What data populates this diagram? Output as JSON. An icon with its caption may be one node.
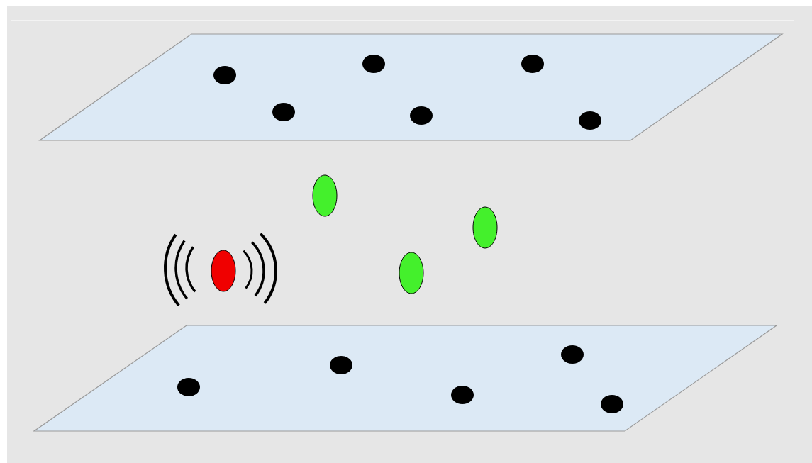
{
  "diagram": {
    "nodes": [
      {
        "text": [],
        "shape": "parallelogram"
      },
      {
        "text": [],
        "shape": "circle",
        "in": 0
      },
      {
        "text": [],
        "shape": "circle",
        "in": 0
      },
      {
        "text": [],
        "shape": "circle",
        "in": 0
      },
      {
        "text": [],
        "shape": "circle",
        "in": 0
      },
      {
        "text": [],
        "shape": "circle",
        "in": 0
      },
      {
        "text": [],
        "shape": "circle",
        "in": 0
      },
      {
        "text": [],
        "shape": "ellipse"
      },
      {
        "text": [],
        "shape": "ellipse"
      },
      {
        "text": [],
        "shape": "ellipse"
      },
      {
        "text": [],
        "shape": "ellipse"
      },
      {
        "text": [],
        "shape": "parallelogram"
      },
      {
        "text": [],
        "shape": "circle",
        "in": 11
      },
      {
        "text": [],
        "shape": "circle",
        "in": 11
      },
      {
        "text": [],
        "shape": "circle",
        "in": 11
      },
      {
        "text": [],
        "shape": "circle",
        "in": 11
      },
      {
        "text": [],
        "shape": "circle",
        "in": 11
      }
    ]
  }
}
